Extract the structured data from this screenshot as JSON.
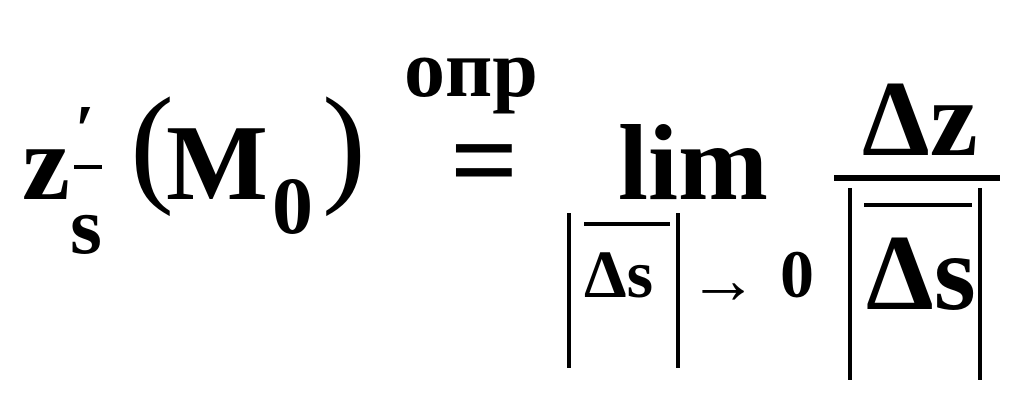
{
  "formula": {
    "function": "z",
    "prime": "′",
    "direction_subscript": "s",
    "point": "M",
    "point_subscript": "0",
    "open_paren": "(",
    "close_paren": ")",
    "definition_marker": "опр",
    "equals": "=",
    "limit": "lim",
    "limit_variable": "Δs",
    "arrow": "→",
    "limit_target": "0",
    "numerator": "Δz",
    "denominator": "Δs"
  }
}
